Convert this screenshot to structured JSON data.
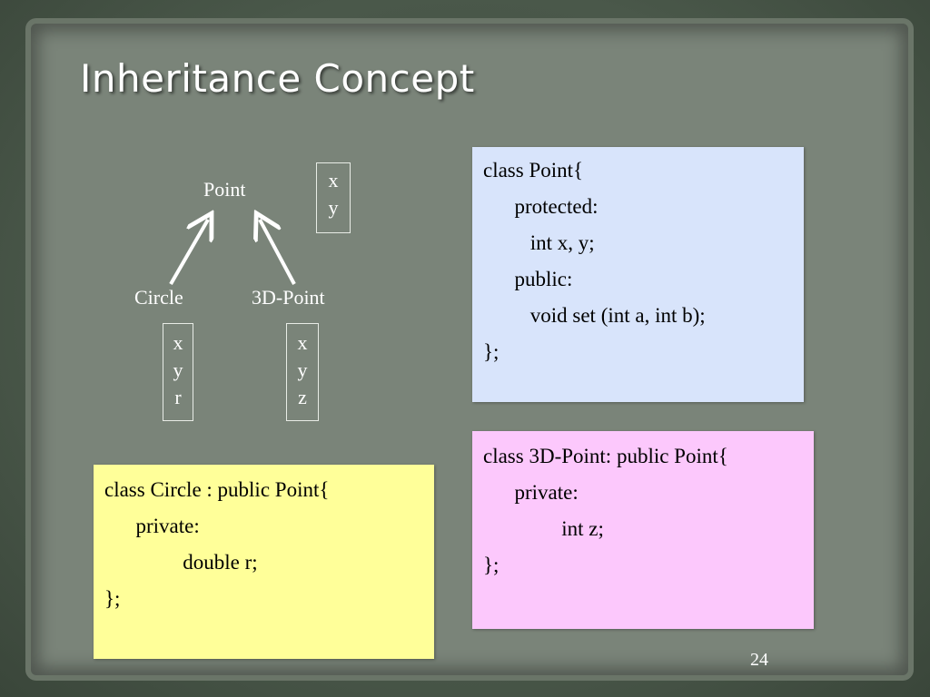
{
  "slide": {
    "title": "Inheritance Concept",
    "page_number": "24"
  },
  "diagram": {
    "base_class": "Point",
    "base_vars": [
      "x",
      "y"
    ],
    "child_circle": "Circle",
    "circle_vars": [
      "x",
      "y",
      "r"
    ],
    "child_3d": "3D-Point",
    "point3d_vars": [
      "x",
      "y",
      "z"
    ]
  },
  "code": {
    "point": [
      "class Point{",
      "      protected:",
      "         int x, y;",
      "      public:",
      "         void set (int a, int b);",
      "};"
    ],
    "point3d": [
      "class 3D-Point: public Point{",
      "      private:",
      "               int z;",
      "};"
    ],
    "circle": [
      "class Circle : public Point{",
      "      private:",
      "               double r;",
      "};"
    ]
  }
}
